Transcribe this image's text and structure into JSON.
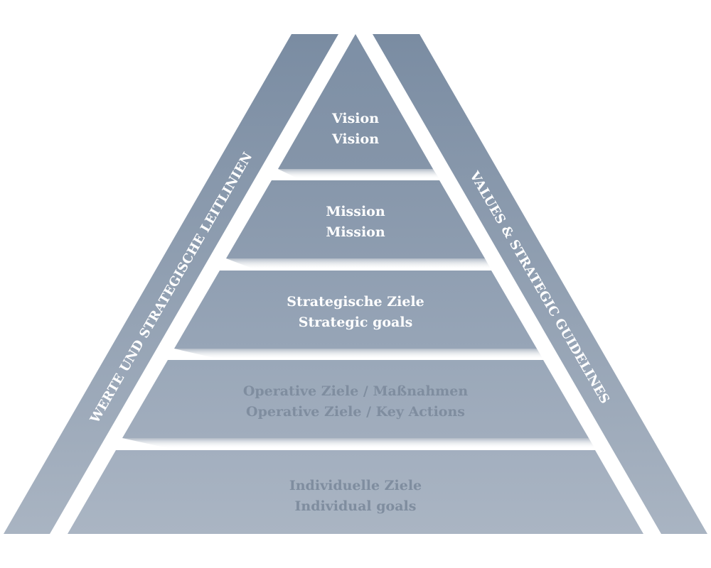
{
  "side_labels": {
    "left": "WERTE UND STRATEGISCHE LEITLINIEN",
    "right": "VALUES & STRATEGIC GUIDELINES"
  },
  "levels": [
    {
      "line1": "Vision",
      "line2": "Vision"
    },
    {
      "line1": "Mission",
      "line2": "Mission"
    },
    {
      "line1": "Strategische Ziele",
      "line2": "Strategic goals"
    },
    {
      "line1": "Operative Ziele / Maßnahmen",
      "line2": "Operative Ziele / Key Actions"
    },
    {
      "line1": "Individuelle Ziele",
      "line2": "Individual goals"
    }
  ],
  "colors": {
    "top": "#7a8ca2",
    "bottom": "#a9b4c2",
    "light_text": "#ffffff",
    "muted_text": "#7f8d9f"
  }
}
